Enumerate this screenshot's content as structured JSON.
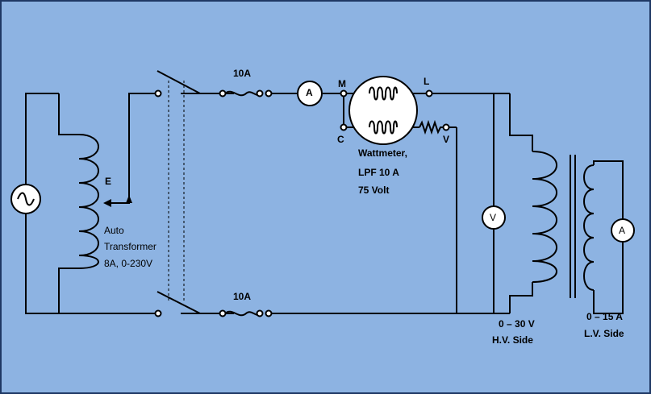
{
  "colors": {
    "background": "#8db3e2",
    "stroke": "#000000",
    "frame": "#1f3864",
    "meter_fill": "#ffffff"
  },
  "labels": {
    "fuse_top": "10A",
    "fuse_bottom": "10A",
    "ammeter_main": "A",
    "terminal_m": "M",
    "terminal_l": "L",
    "terminal_c": "C",
    "terminal_v": "V",
    "wattmeter_line1": "Wattmeter,",
    "wattmeter_line2": "LPF 10 A",
    "wattmeter_line3": "75 Volt",
    "autotransformer_tap": "E",
    "autotransformer_line1": "Auto",
    "autotransformer_line2": "Transformer",
    "autotransformer_line3": "8A, 0-230V",
    "voltmeter": "V",
    "ammeter_lv": "A",
    "hv_rating": "0 – 30 V",
    "hv_side": "H.V.  Side",
    "lv_rating": "0 – 15 A",
    "lv_side": "L.V.  Side"
  },
  "icons": {
    "ac_source": "ac-source-icon"
  }
}
